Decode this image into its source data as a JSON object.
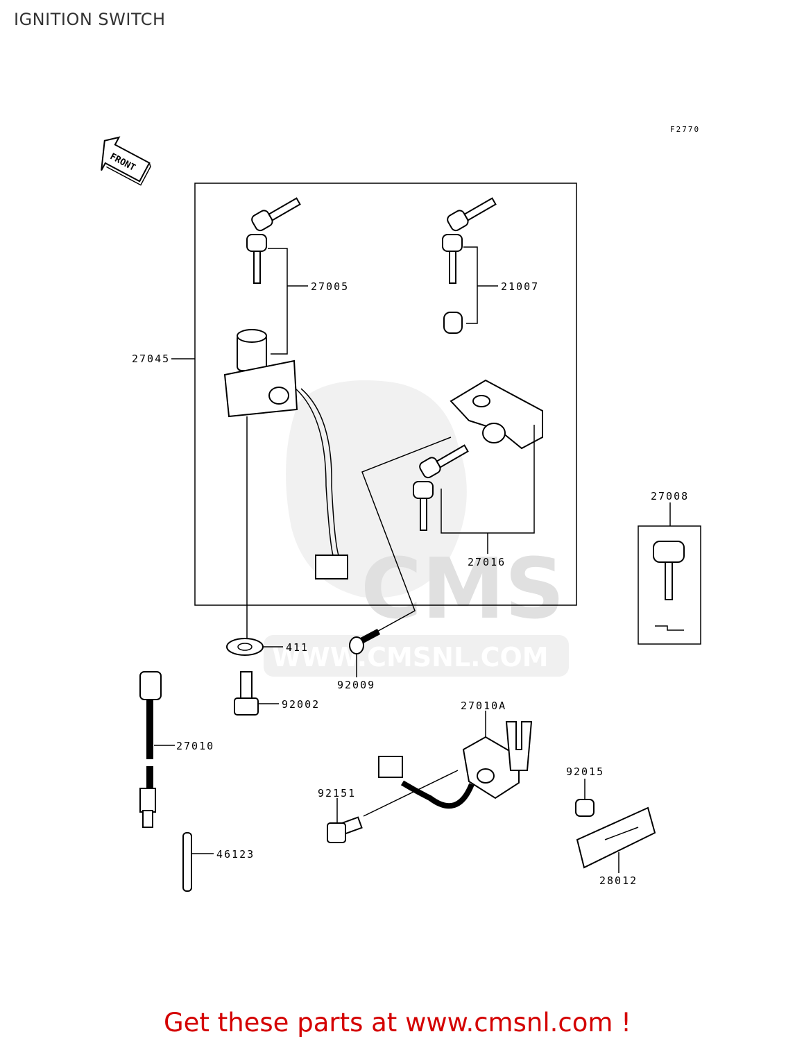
{
  "title": "IGNITION SWITCH",
  "figure_code": "F2770",
  "front_label": "FRONT",
  "watermark": {
    "brand": "CMS",
    "url": "WWW.CMSNL.COM"
  },
  "parts": [
    {
      "id": "27005"
    },
    {
      "id": "21007"
    },
    {
      "id": "27045"
    },
    {
      "id": "27008"
    },
    {
      "id": "27016"
    },
    {
      "id": "411"
    },
    {
      "id": "92009"
    },
    {
      "id": "92002"
    },
    {
      "id": "27010A"
    },
    {
      "id": "27010"
    },
    {
      "id": "92015"
    },
    {
      "id": "92151"
    },
    {
      "id": "46123"
    },
    {
      "id": "28012"
    }
  ],
  "footer": "Get these parts at www.cmsnl.com !",
  "colors": {
    "footer": "#d40000",
    "title": "#333333",
    "line": "#000000",
    "watermark": "#e0e0e0"
  }
}
